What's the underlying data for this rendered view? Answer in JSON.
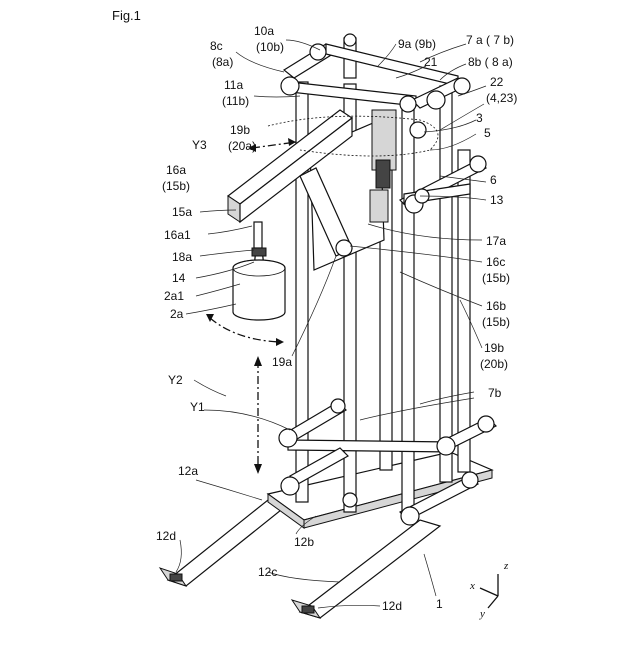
{
  "figure_title": "Fig.1",
  "labels": {
    "l10a": "10a",
    "l10b": "(10b)",
    "l9a": "9a (9b)",
    "l7a": "7 a ( 7 b)",
    "l8c": "8c",
    "l8a_paren": "(8a)",
    "l21": "21",
    "l8b": "8b ( 8 a)",
    "l22": "22",
    "l4_23": "(4,23)",
    "l11a": "11a",
    "l11b": "(11b)",
    "l3": "3",
    "l5": "5",
    "l19b_top": "19b",
    "l20a": "(20a)",
    "lY3": "Y3",
    "l16a": "16a",
    "l15b_top": "(15b)",
    "l6": "6",
    "l13": "13",
    "l15a": "15a",
    "l16a1": "16a1",
    "l17a": "17a",
    "l18a": "18a",
    "l16c": "16c",
    "l15b_mid": "(15b)",
    "l14": "14",
    "l2a1": "2a1",
    "l16b": "16b",
    "l15b_low": "(15b)",
    "l2a": "2a",
    "l19a": "19a",
    "l19b_low": "19b",
    "l20b": "(20b)",
    "lY2": "Y2",
    "l7b": "7b",
    "lY1": "Y1",
    "l12a": "12a",
    "l12b": "12b",
    "l12d_left": "12d",
    "l12c": "12c",
    "l1": "1",
    "l12d_right": "12d"
  },
  "axes": {
    "x": "x",
    "y": "y",
    "z": "z"
  }
}
